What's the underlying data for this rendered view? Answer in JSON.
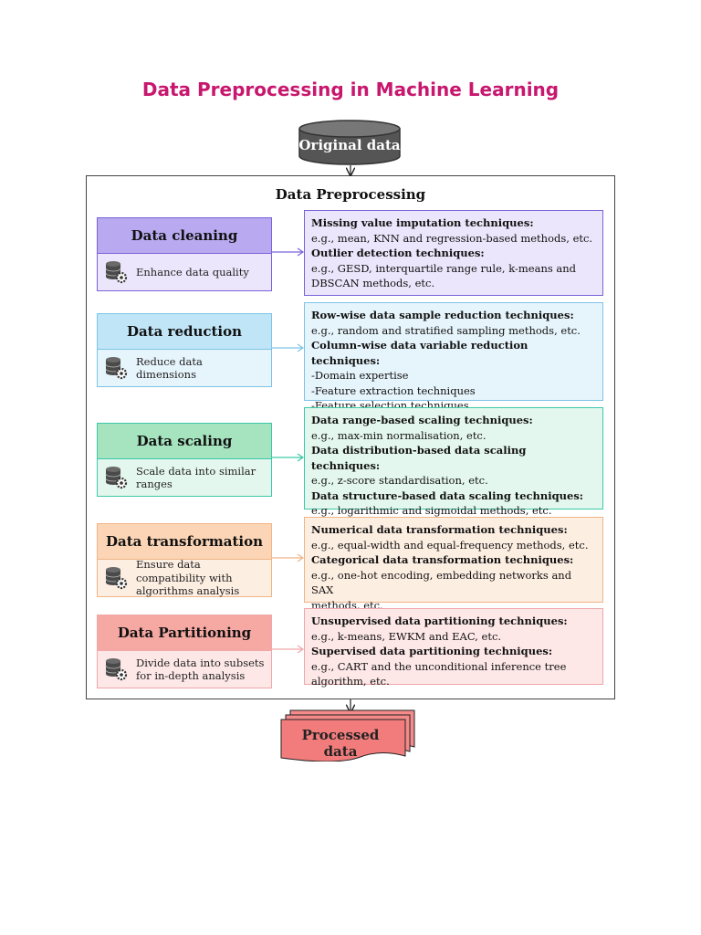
{
  "title": "Data Preprocessing in Machine Learning",
  "diagram": {
    "input": "Original data",
    "frame_title": "Data Preprocessing",
    "output": "Processed data",
    "stages": [
      {
        "name": "Data cleaning",
        "desc": "Enhance data quality",
        "head_color": "#b9a9f0",
        "body_color": "#ebe6fb",
        "border_color": "#7a63d8",
        "tech": [
          {
            "text": "Missing value imputation techniques:",
            "bold": true
          },
          {
            "text": "e.g., mean, KNN and regression-based methods, etc.",
            "bold": false
          },
          {
            "text": "Outlier detection techniques:",
            "bold": true
          },
          {
            "text": "e.g., GESD, interquartile range rule, k-means and",
            "bold": false
          },
          {
            "text": "DBSCAN methods, etc.",
            "bold": false
          }
        ]
      },
      {
        "name": "Data reduction",
        "desc": "Reduce data dimensions",
        "head_color": "#bfe5f7",
        "body_color": "#e6f4fb",
        "border_color": "#7ec3e6",
        "tech": [
          {
            "text": "Row-wise data sample reduction techniques:",
            "bold": true
          },
          {
            "text": "e.g., random and stratified sampling methods, etc.",
            "bold": false
          },
          {
            "text": "Column-wise data variable   reduction techniques:",
            "bold": true
          },
          {
            "text": "-Domain expertise",
            "bold": false
          },
          {
            "text": "-Feature extraction techniques",
            "bold": false
          },
          {
            "text": "-Feature selection techniques",
            "bold": false
          }
        ]
      },
      {
        "name": "Data scaling",
        "desc": "Scale data into similar ranges",
        "head_color": "#a6e4bf",
        "body_color": "#e4f7ee",
        "border_color": "#3cc9a8",
        "tech": [
          {
            "text": "Data range-based scaling techniques:",
            "bold": true
          },
          {
            "text": "e.g., max-min normalisation, etc.",
            "bold": false
          },
          {
            "text": "Data distribution-based data scaling techniques:",
            "bold": true
          },
          {
            "text": "e.g., z-score standardisation, etc.",
            "bold": false
          },
          {
            "text": "Data structure-based data scaling techniques:",
            "bold": true
          },
          {
            "text": "e.g., logarithmic and sigmoidal methods, etc.",
            "bold": false
          }
        ]
      },
      {
        "name": "Data transformation",
        "desc": "Ensure data compatibility with algorithms analysis",
        "head_color": "#fbd5b6",
        "body_color": "#fdeee2",
        "border_color": "#f0b487",
        "tech": [
          {
            "text": "Numerical data transformation techniques:",
            "bold": true
          },
          {
            "text": "e.g., equal-width  and equal-frequency methods, etc.",
            "bold": false
          },
          {
            "text": "Categorical data transformation techniques:",
            "bold": true
          },
          {
            "text": "e.g., one-hot encoding, embedding networks and SAX",
            "bold": false
          },
          {
            "text": "methods, etc.",
            "bold": false
          }
        ]
      },
      {
        "name": "Data Partitioning",
        "desc": "Divide data into subsets for in-depth analysis",
        "head_color": "#f6a9a3",
        "body_color": "#fde8e7",
        "border_color": "#f0a7aa",
        "tech": [
          {
            "text": "Unsupervised data partitioning techniques:",
            "bold": true
          },
          {
            "text": "e.g., k-means, EWKM and EAC, etc.",
            "bold": false
          },
          {
            "text": "Supervised data partitioning techniques:",
            "bold": true
          },
          {
            "text": "e.g., CART and the unconditional inference tree",
            "bold": false
          },
          {
            "text": "algorithm, etc.",
            "bold": false
          }
        ]
      }
    ]
  }
}
